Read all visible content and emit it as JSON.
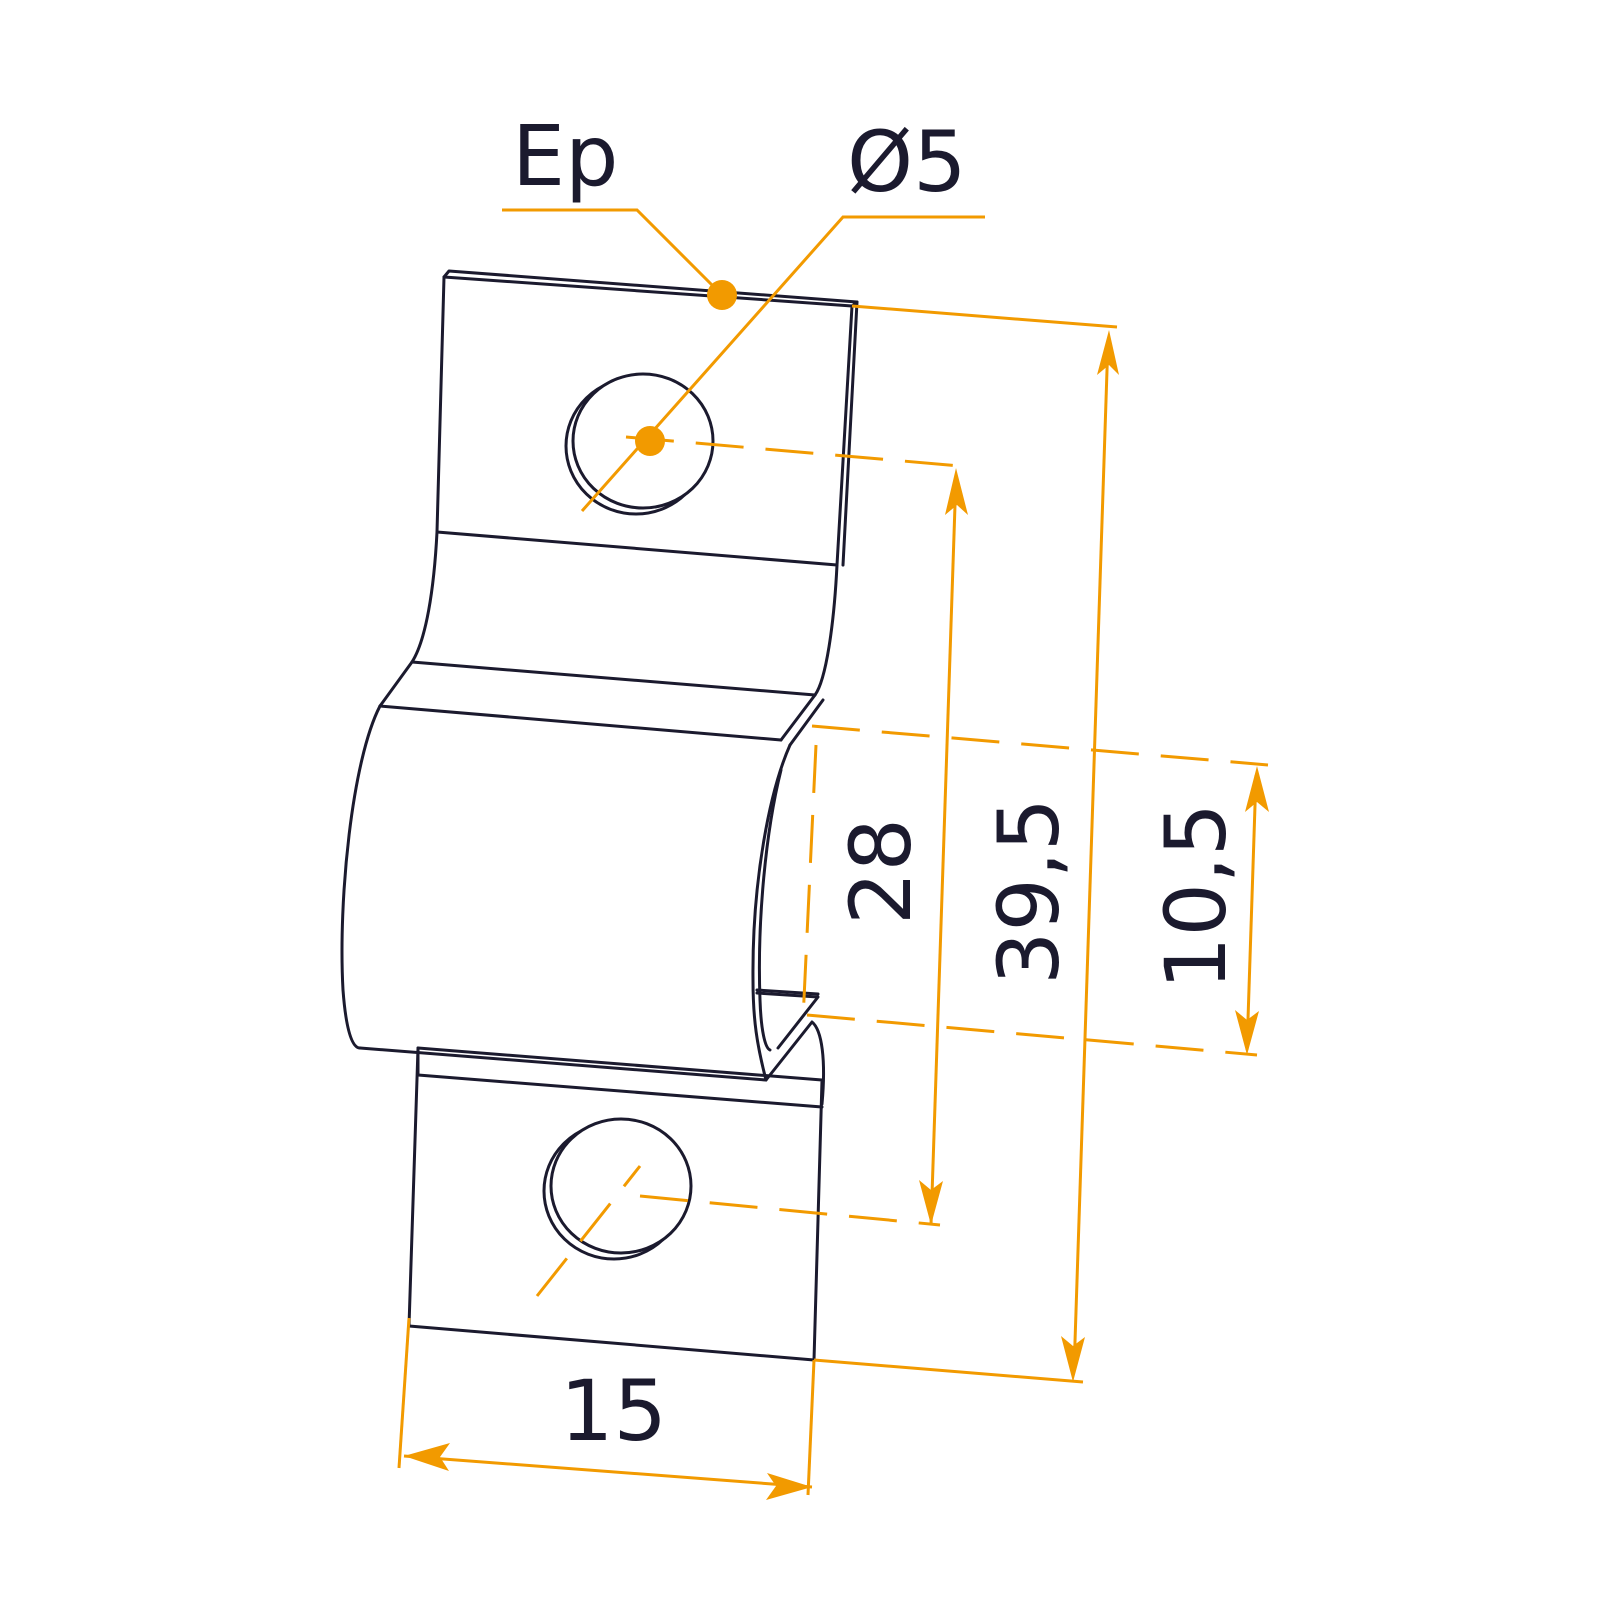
{
  "labels": {
    "thickness": "Ep",
    "hole_diameter": "Ø5",
    "width": "15",
    "hole_spacing": "39,5",
    "tube_diameter": "28",
    "total_height": "10,5"
  },
  "colors": {
    "outline": "#1b1a2e",
    "dimension": "#f29a00",
    "background": "#ffffff"
  }
}
